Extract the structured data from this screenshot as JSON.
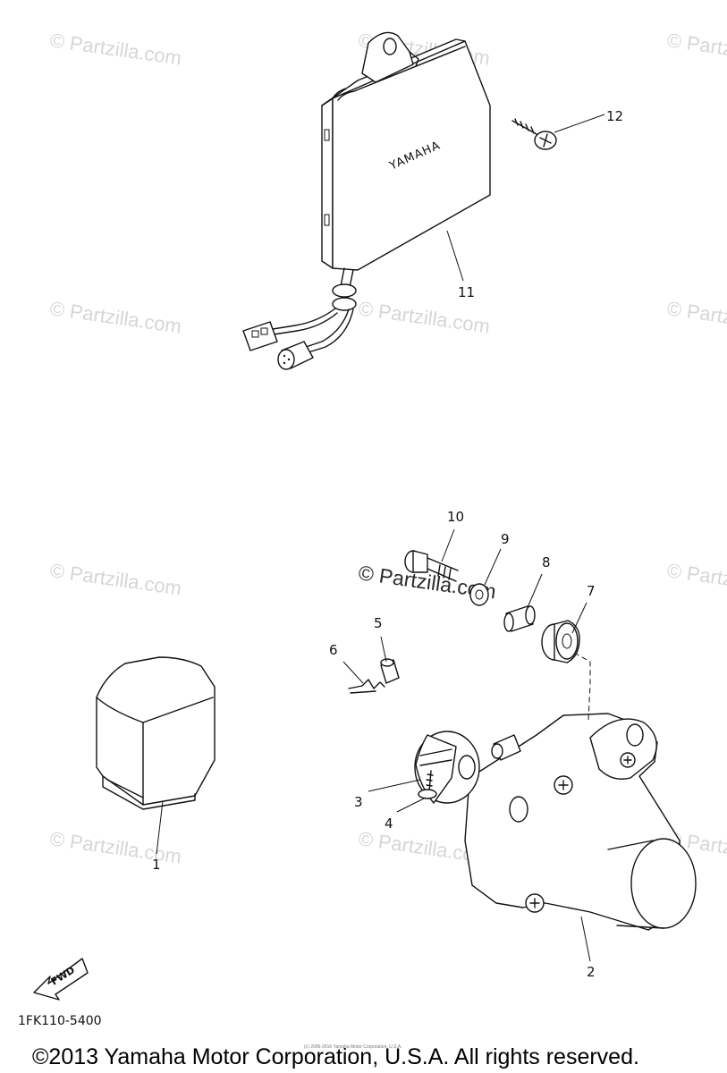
{
  "watermark": {
    "text": "© Partzilla.com",
    "center_text": "© Partzilla.com"
  },
  "parts": {
    "callouts": [
      "1",
      "2",
      "3",
      "4",
      "5",
      "6",
      "7",
      "8",
      "9",
      "10",
      "11",
      "12"
    ],
    "brand_label": "YAMAHA"
  },
  "footer": {
    "fwd_label": "FWD",
    "diagram_code": "1FK110-5400",
    "fine_print": "(c) 2006-2016 Yamaha Motor Corporation, U.S.A.",
    "copyright": "©2013 Yamaha Motor Corporation, U.S.A. All rights reserved."
  }
}
